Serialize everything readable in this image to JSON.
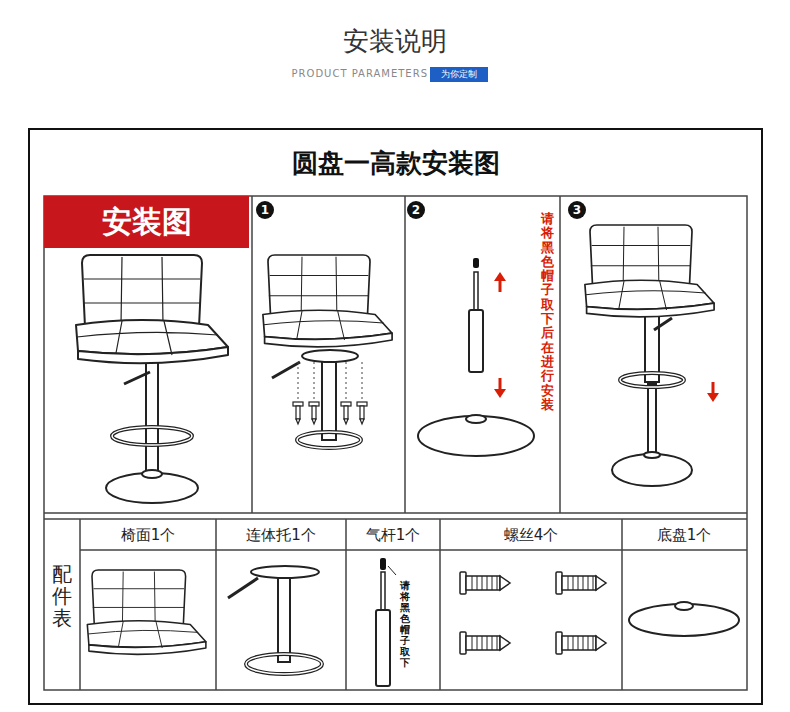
{
  "diagram": {
    "title": "安装说明",
    "nodes": [
      {
        "text": [
          "为你定制"
        ]
      },
      {
        "text": [
          "圆盘一高款安装图"
        ]
      },
      {
        "text": [
          "安装图"
        ],
        "in": 1
      },
      {
        "text": [
          "1"
        ],
        "in": 1
      },
      {
        "text": [
          "2"
        ],
        "in": 1
      },
      {
        "text": [
          "3"
        ],
        "in": 1
      }
    ],
    "labels": [
      "PRODUCT PARAMETERS",
      "请将黑色帽子取下后在进行安装",
      "配件表",
      "椅面1个",
      "连体托1个",
      "气杆1个",
      "螺丝4个",
      "底盘1个",
      "请将黑色帽子取下"
    ]
  }
}
